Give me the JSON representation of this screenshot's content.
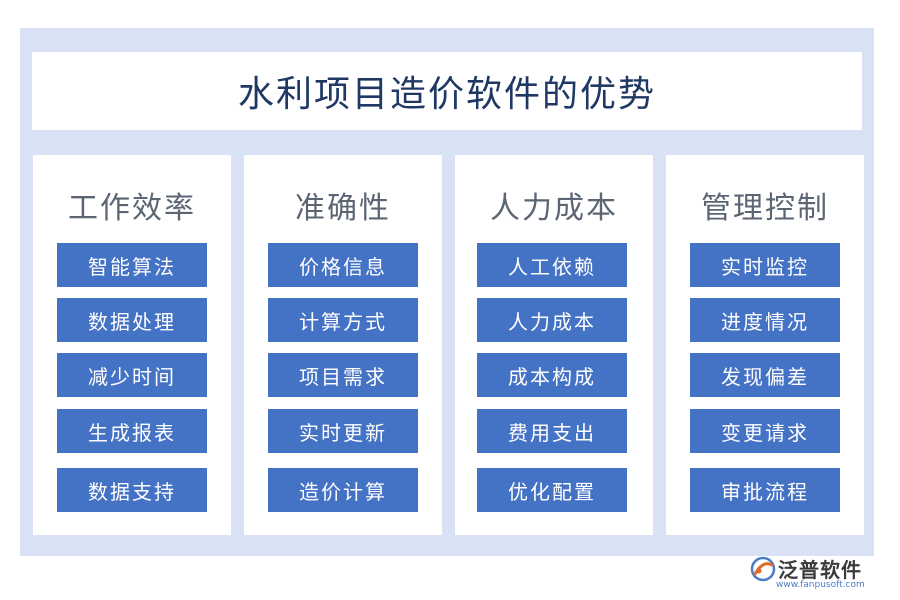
{
  "title": "水利项目造价软件的优势",
  "columns": [
    {
      "heading": "工作效率",
      "items": [
        "智能算法",
        "数据处理",
        "减少时间",
        "生成报表",
        "数据支持"
      ]
    },
    {
      "heading": "准确性",
      "items": [
        "价格信息",
        "计算方式",
        "项目需求",
        "实时更新",
        "造价计算"
      ]
    },
    {
      "heading": "人力成本",
      "items": [
        "人工依赖",
        "人力成本",
        "成本构成",
        "费用支出",
        "优化配置"
      ]
    },
    {
      "heading": "管理控制",
      "items": [
        "实时监控",
        "进度情况",
        "发现偏差",
        "变更请求",
        "审批流程"
      ]
    }
  ],
  "brand": {
    "name": "泛普软件",
    "url": "www.fanpusoft.com",
    "logo_icon": "fanpu-logo-icon"
  },
  "colors": {
    "frame": "#d9e1f4",
    "item_fill": "#4472c4",
    "title": "#1f3864",
    "heading": "#5b6573"
  }
}
